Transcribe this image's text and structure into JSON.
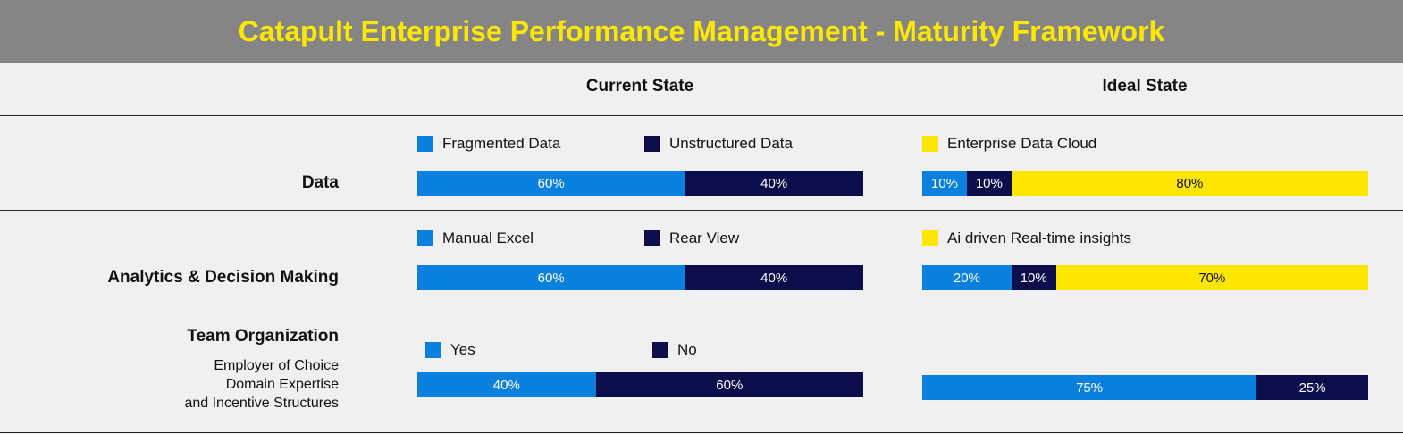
{
  "title": "Catapult Enterprise Performance Management - Maturity Framework",
  "columns": {
    "current": "Current State",
    "ideal": "Ideal State"
  },
  "colors": {
    "blue": "#0a80de",
    "navy": "#0b0e4a",
    "yellow": "#ffe600",
    "header_bg": "#858585",
    "title_text": "#ffe800"
  },
  "rows": [
    {
      "label": "Data",
      "sub": []
    },
    {
      "label": "Analytics & Decision Making",
      "sub": []
    },
    {
      "label": "Team Organization",
      "sub": [
        "Employer of Choice",
        "Domain Expertise",
        "and Incentive Structures"
      ]
    }
  ],
  "chart_data": [
    {
      "type": "bar",
      "stacked": true,
      "row": "Data",
      "state": "Current State",
      "series": [
        {
          "name": "Fragmented Data",
          "values": [
            60
          ],
          "labels": [
            "60%"
          ]
        },
        {
          "name": "Unstructured Data",
          "values": [
            40
          ],
          "labels": [
            "40%"
          ]
        }
      ]
    },
    {
      "type": "bar",
      "stacked": true,
      "row": "Data",
      "state": "Ideal State",
      "legend": [
        "Enterprise Data Cloud"
      ],
      "segments": [
        {
          "value": 10,
          "label": "10%"
        },
        {
          "value": 10,
          "label": "10%"
        },
        {
          "value": 80,
          "label": "80%"
        }
      ]
    },
    {
      "type": "bar",
      "stacked": true,
      "row": "Analytics & Decision Making",
      "state": "Current State",
      "series": [
        {
          "name": "Manual Excel",
          "values": [
            60
          ],
          "labels": [
            "60%"
          ]
        },
        {
          "name": "Rear View",
          "values": [
            40
          ],
          "labels": [
            "40%"
          ]
        }
      ]
    },
    {
      "type": "bar",
      "stacked": true,
      "row": "Analytics & Decision Making",
      "state": "Ideal State",
      "legend": [
        "Ai driven Real-time insights"
      ],
      "segments": [
        {
          "value": 20,
          "label": "20%"
        },
        {
          "value": 10,
          "label": "10%"
        },
        {
          "value": 70,
          "label": "70%"
        }
      ]
    },
    {
      "type": "bar",
      "stacked": true,
      "row": "Team Organization",
      "state": "Current State",
      "series": [
        {
          "name": "Yes",
          "values": [
            40
          ],
          "labels": [
            "40%"
          ]
        },
        {
          "name": "No",
          "values": [
            60
          ],
          "labels": [
            "60%"
          ]
        }
      ]
    },
    {
      "type": "bar",
      "stacked": true,
      "row": "Team Organization",
      "state": "Ideal State",
      "legend": [],
      "segments": [
        {
          "value": 75,
          "label": "75%"
        },
        {
          "value": 25,
          "label": "25%"
        }
      ]
    }
  ]
}
